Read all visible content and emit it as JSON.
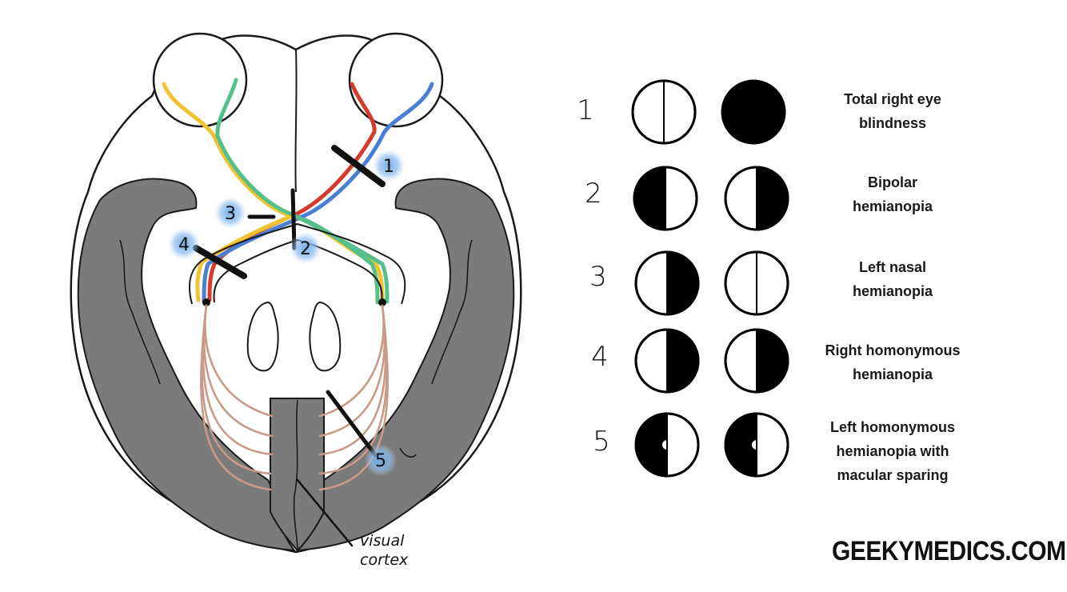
{
  "diagram": {
    "lesion_markers": [
      "1",
      "2",
      "3",
      "4",
      "5"
    ],
    "visual_cortex_label": [
      "visual",
      "cortex"
    ]
  },
  "field_rows": [
    {
      "number": "1",
      "label_lines": [
        "Total right eye",
        "blindness"
      ],
      "left_eye": "full-open",
      "right_eye": "full-black"
    },
    {
      "number": "2",
      "label_lines": [
        "Bipolar",
        "hemianopia"
      ],
      "left_eye": "left-black",
      "right_eye": "right-black"
    },
    {
      "number": "3",
      "label_lines": [
        "Left nasal",
        "hemianopia"
      ],
      "left_eye": "right-black",
      "right_eye": "full-open"
    },
    {
      "number": "4",
      "label_lines": [
        "Right homonymous",
        "hemianopia"
      ],
      "left_eye": "right-black",
      "right_eye": "right-black"
    },
    {
      "number": "5",
      "label_lines": [
        "Left homonymous",
        "hemianopia with",
        "macular sparing"
      ],
      "left_eye": "left-black-macular",
      "right_eye": "left-black-macular"
    }
  ],
  "brand": "GEEKYMEDICS.COM",
  "colors": {
    "cortex": "#7b7b7b",
    "tract_yellow": "#f0c330",
    "tract_green": "#55c08a",
    "tract_red": "#d63a2c",
    "tract_blue": "#4a7fd4",
    "radiation": "#c99a88",
    "marker_glow": "#7fb4e8"
  }
}
